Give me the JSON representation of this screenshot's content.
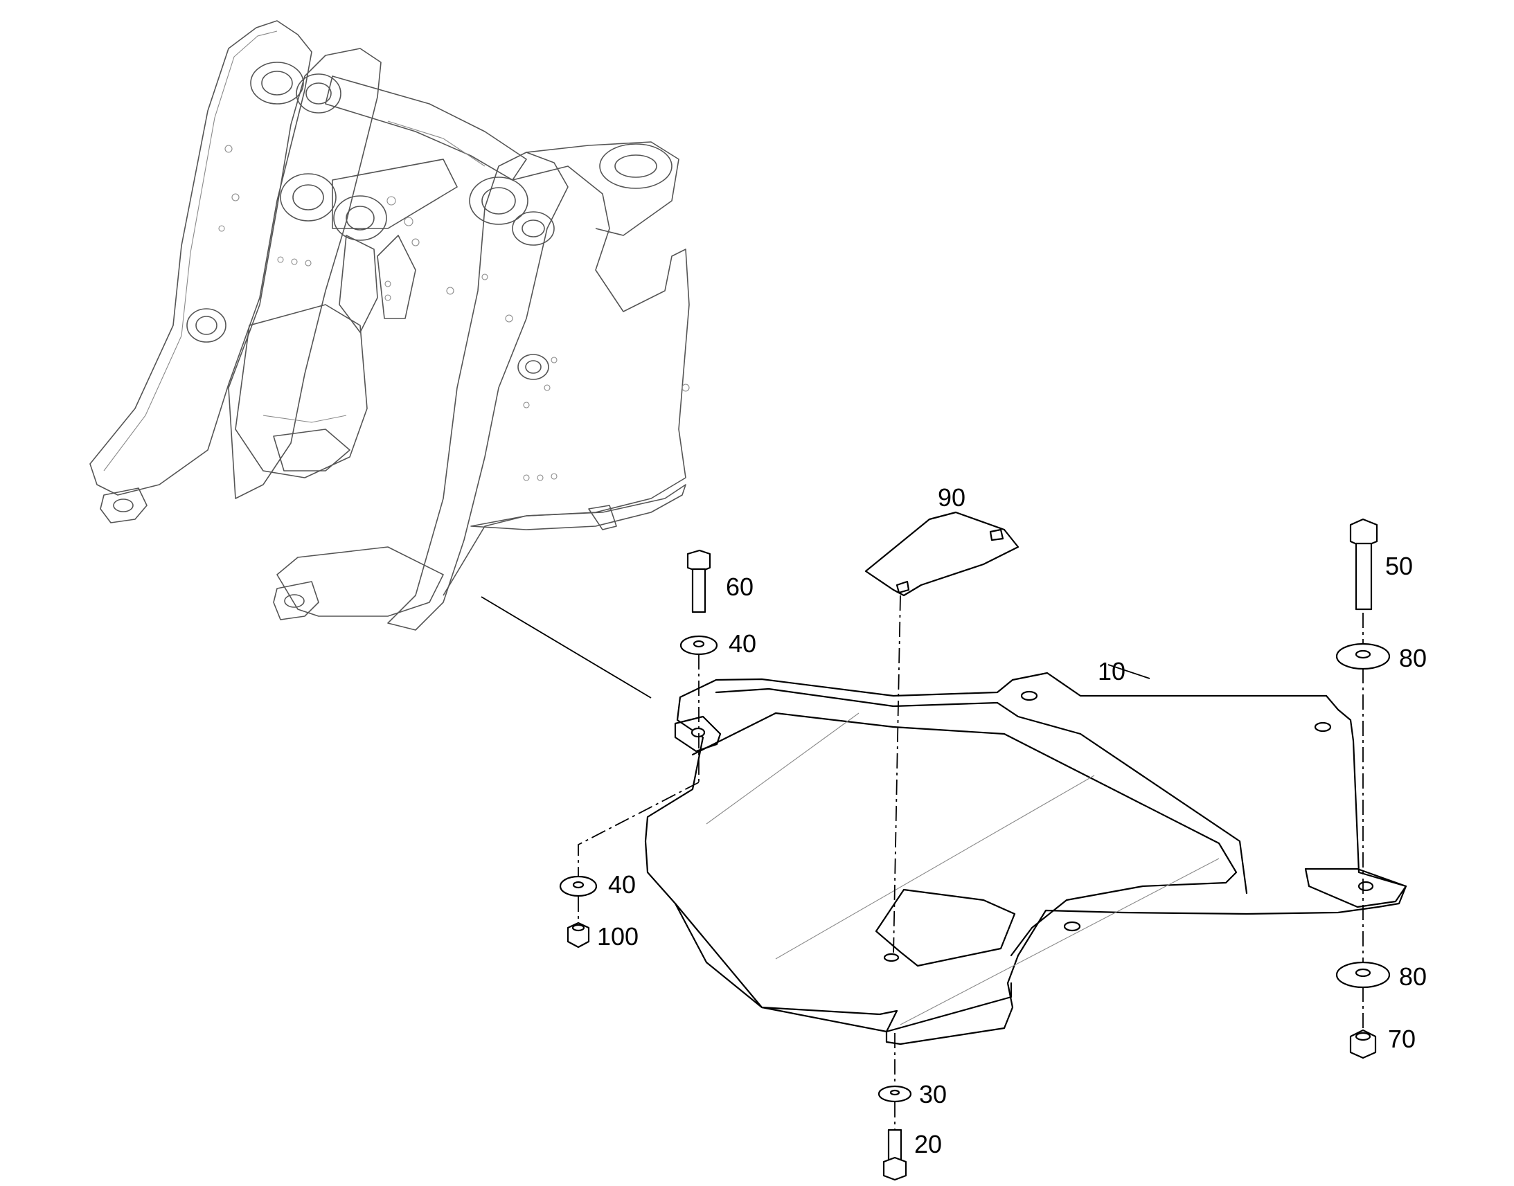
{
  "labels": {
    "p10": "10",
    "p20": "20",
    "p30": "30",
    "p40_top": "40",
    "p40_bottom": "40",
    "p50": "50",
    "p60": "60",
    "p70": "70",
    "p80_top": "80",
    "p80_bottom": "80",
    "p90": "90",
    "p100": "100"
  },
  "colors": {
    "line": "#000000",
    "frame": "#555555",
    "background": "#ffffff"
  }
}
